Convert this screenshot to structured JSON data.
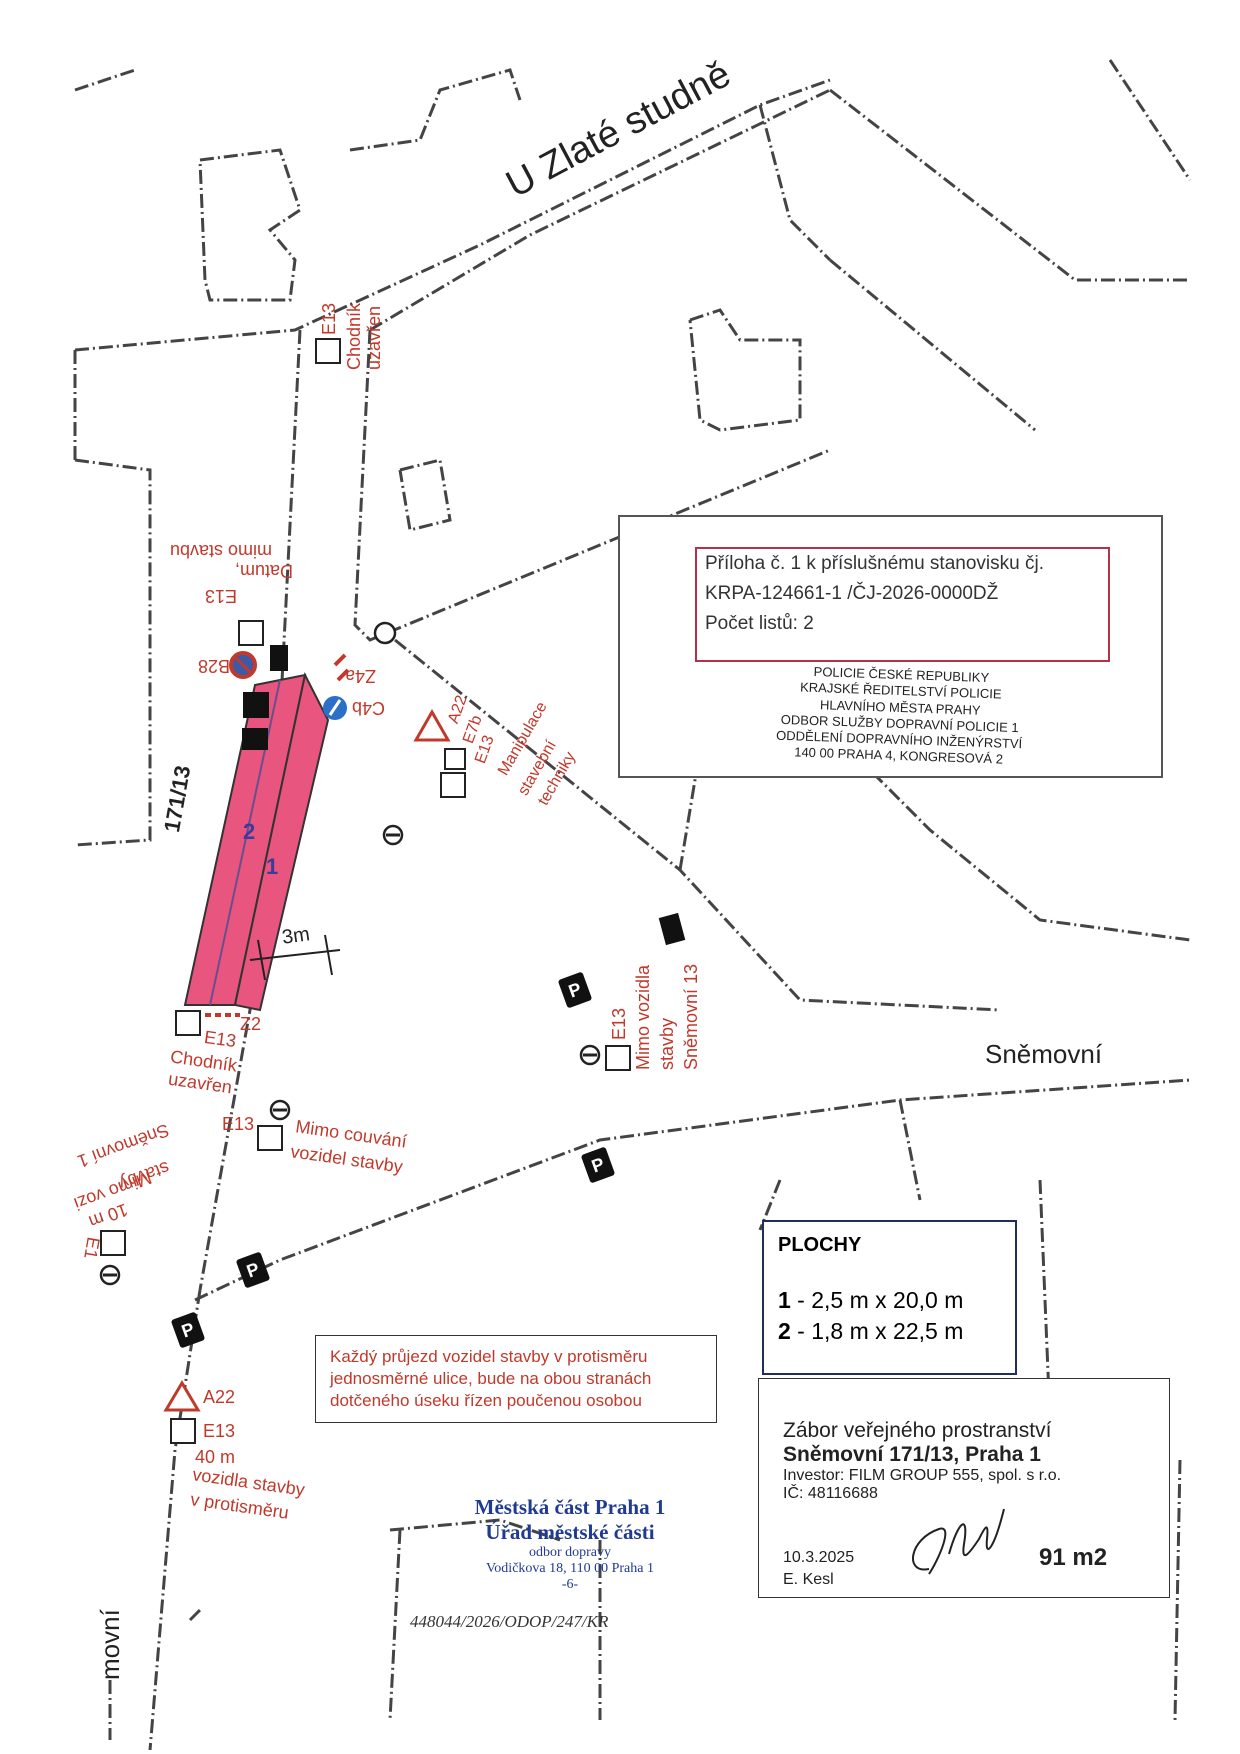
{
  "map": {
    "street_top": "U Zlaté studně",
    "street_right": "Sněmovní",
    "street_bottom_left": "movní",
    "parcel": "171/13",
    "zone_1": "1",
    "zone_2": "2",
    "dimension": "3m"
  },
  "signs": {
    "e13_top": "E13",
    "e13_top_text": "Chodník uzavřen",
    "b28": "B28",
    "e13_left": "E13",
    "e13_left_text_1": "Datum,",
    "e13_left_text_2": "mimo stavbu",
    "z4a": "Z4a",
    "c4b": "C4b",
    "a22_mid": "A22",
    "e7b": "E7b",
    "e13_mid": "E13",
    "e13_mid_text_1": "Manipulace",
    "e13_mid_text_2": "stavební",
    "e13_mid_text_3": "techniky",
    "z2": "Z2",
    "e13_bottom": "E13",
    "e13_bottom_text_1": "Chodník",
    "e13_bottom_text_2": "uzavřen",
    "e13_reverse": "E13",
    "e13_reverse_text_1": "Mimo couvání",
    "e13_reverse_text_2": "vozidel stavby",
    "e13_right": "E13",
    "e13_right_text_1": "Mimo vozidla",
    "e13_right_text_2": "stavby",
    "e13_right_text_3": "Sněmovní 13",
    "e13_far_left": "E1",
    "e13_far_left_text_1": "10 m",
    "e13_far_left_text_2": "Mimo vozi",
    "e13_far_left_text_3": "stavby",
    "e13_far_left_text_4": "Sněmovní 1",
    "a22_bottom": "A22",
    "e13_bottom_left": "E13",
    "e13_bottom_left_text_1": "40 m",
    "e13_bottom_left_text_2": "vozidla stavby",
    "e13_bottom_left_text_3": "v protisměru",
    "parking": "P"
  },
  "stamp_police": {
    "line1": "Příloha č. 1 k příslušnému stanovisku čj.",
    "line2": "KRPA-124661-1 /ČJ-2026-0000DŽ",
    "line3": "Počet listů: 2",
    "seal1": "POLICIE ČESKÉ REPUBLIKY",
    "seal2": "KRAJSKÉ ŘEDITELSTVÍ POLICIE",
    "seal3": "HLAVNÍHO MĚSTA PRAHY",
    "seal4": "ODBOR SLUŽBY DOPRAVNÍ POLICIE 1",
    "seal5": "ODDĚLENÍ DOPRAVNÍHO INŽENÝRSTVÍ",
    "seal6": "140 00 PRAHA 4, KONGRESOVÁ 2"
  },
  "note": {
    "line1": "Každý průjezd vozidel stavby v protisměru",
    "line2": "jednosměrné ulice, bude na obou stranách",
    "line3": "dotčeného úseku řízen poučenou osobou"
  },
  "plochy": {
    "title": "PLOCHY",
    "r1_num": "1",
    "r1_text": " - 2,5 m x 20,0 m",
    "r2_num": "2",
    "r2_text": " - 1,8 m x 22,5 m"
  },
  "info": {
    "title": "Zábor veřejného prostranství",
    "address": "Sněmovní 171/13, Praha 1",
    "investor": "Investor: FILM GROUP 555, spol. s r.o.",
    "ic": "IČ: 48116688",
    "date": "10.3.2025",
    "name": "E. Kesl",
    "area": "91 m2"
  },
  "stamp_city": {
    "line1": "Městská část Praha 1",
    "line2": "Úřad městské části",
    "line3": "odbor dopravy",
    "line4": "Vodičkova 18, 110 00 Praha 1",
    "line5": "-6-",
    "ref": "448044/2026/ODOP/247/KR"
  },
  "colors": {
    "zone": "#e8557e",
    "sign_red": "#c0392b",
    "stamp_blue": "#1f3a93"
  }
}
